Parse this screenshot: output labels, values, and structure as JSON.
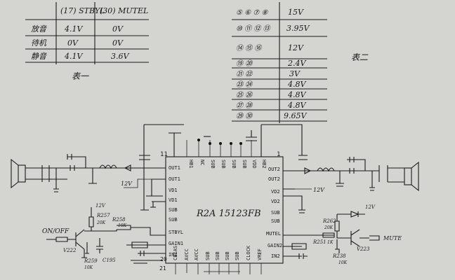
{
  "table1": {
    "headers": [
      "(17) STBYL",
      "(30) MUTEL"
    ],
    "rows": [
      {
        "label": "放音",
        "v1": "4.1V",
        "v2": "0V"
      },
      {
        "label": "待机",
        "v1": "0V",
        "v2": "0V"
      },
      {
        "label": "静音",
        "v1": "4.1V",
        "v2": "3.6V"
      }
    ],
    "caption": "表一"
  },
  "table2": {
    "rows": [
      {
        "pins": "⑤ ⑥ ⑦ ⑧",
        "value": "15V"
      },
      {
        "pins": "⑩ ⑪ ⑫ ⑬",
        "value": "3.95V"
      },
      {
        "pins": "⑭ ⑮ ⑯",
        "value": "12V"
      },
      {
        "pins": "⑲ ⑳",
        "value": "2.4V"
      },
      {
        "pins": "㉑ ㉒",
        "value": "3V"
      },
      {
        "pins": "㉓ ㉔",
        "value": "4.8V"
      },
      {
        "pins": "㉕ ㉖",
        "value": "4.8V"
      },
      {
        "pins": "㉗ ㉘",
        "value": "4.8V"
      },
      {
        "pins": "㉙ ㉚",
        "value": "9.65V"
      }
    ],
    "caption": "表二"
  },
  "ic": {
    "name": "R2A 15123FB",
    "left_pins": [
      "OUT1",
      "OUT1",
      "VD1",
      "VD1",
      "SUB",
      "SUB",
      "STBYL",
      "GAIN1",
      "IN1"
    ],
    "right_pins": [
      "OUT2",
      "OUT2",
      "VD2",
      "VD2",
      "SUB",
      "SUB",
      "MUTEL",
      "GAIN2",
      "IN2"
    ],
    "top_pins": [
      "HB1",
      "NC",
      "SUB",
      "SUB",
      "SUB",
      "SUB",
      "VDD",
      "HB2"
    ],
    "bottom_pins": [
      "CBIAS",
      "AVCC",
      "AVCC",
      "SUB",
      "SUB",
      "SUB",
      "SUB",
      "CLOCK",
      "VREF"
    ],
    "pin_numbers": {
      "p11": "11",
      "p1": "1",
      "p20": "20",
      "p21": "21"
    }
  },
  "labels": {
    "on_off": "ON/OFF",
    "mute": "MUTE",
    "v12_a": "12V",
    "v12_b": "12V",
    "v12_c": "12V",
    "v12_d": "12V",
    "r257": "R257",
    "r257v": "20K",
    "r258": "R258",
    "r258v": "10K",
    "r259": "R259",
    "r259v": "10K",
    "c195": "C195",
    "v222": "V222",
    "r262": "R262",
    "r262v": "20K",
    "r251": "R251",
    "r251v": "1K",
    "r238": "R238",
    "r238v": "10K",
    "v223": "V223"
  }
}
